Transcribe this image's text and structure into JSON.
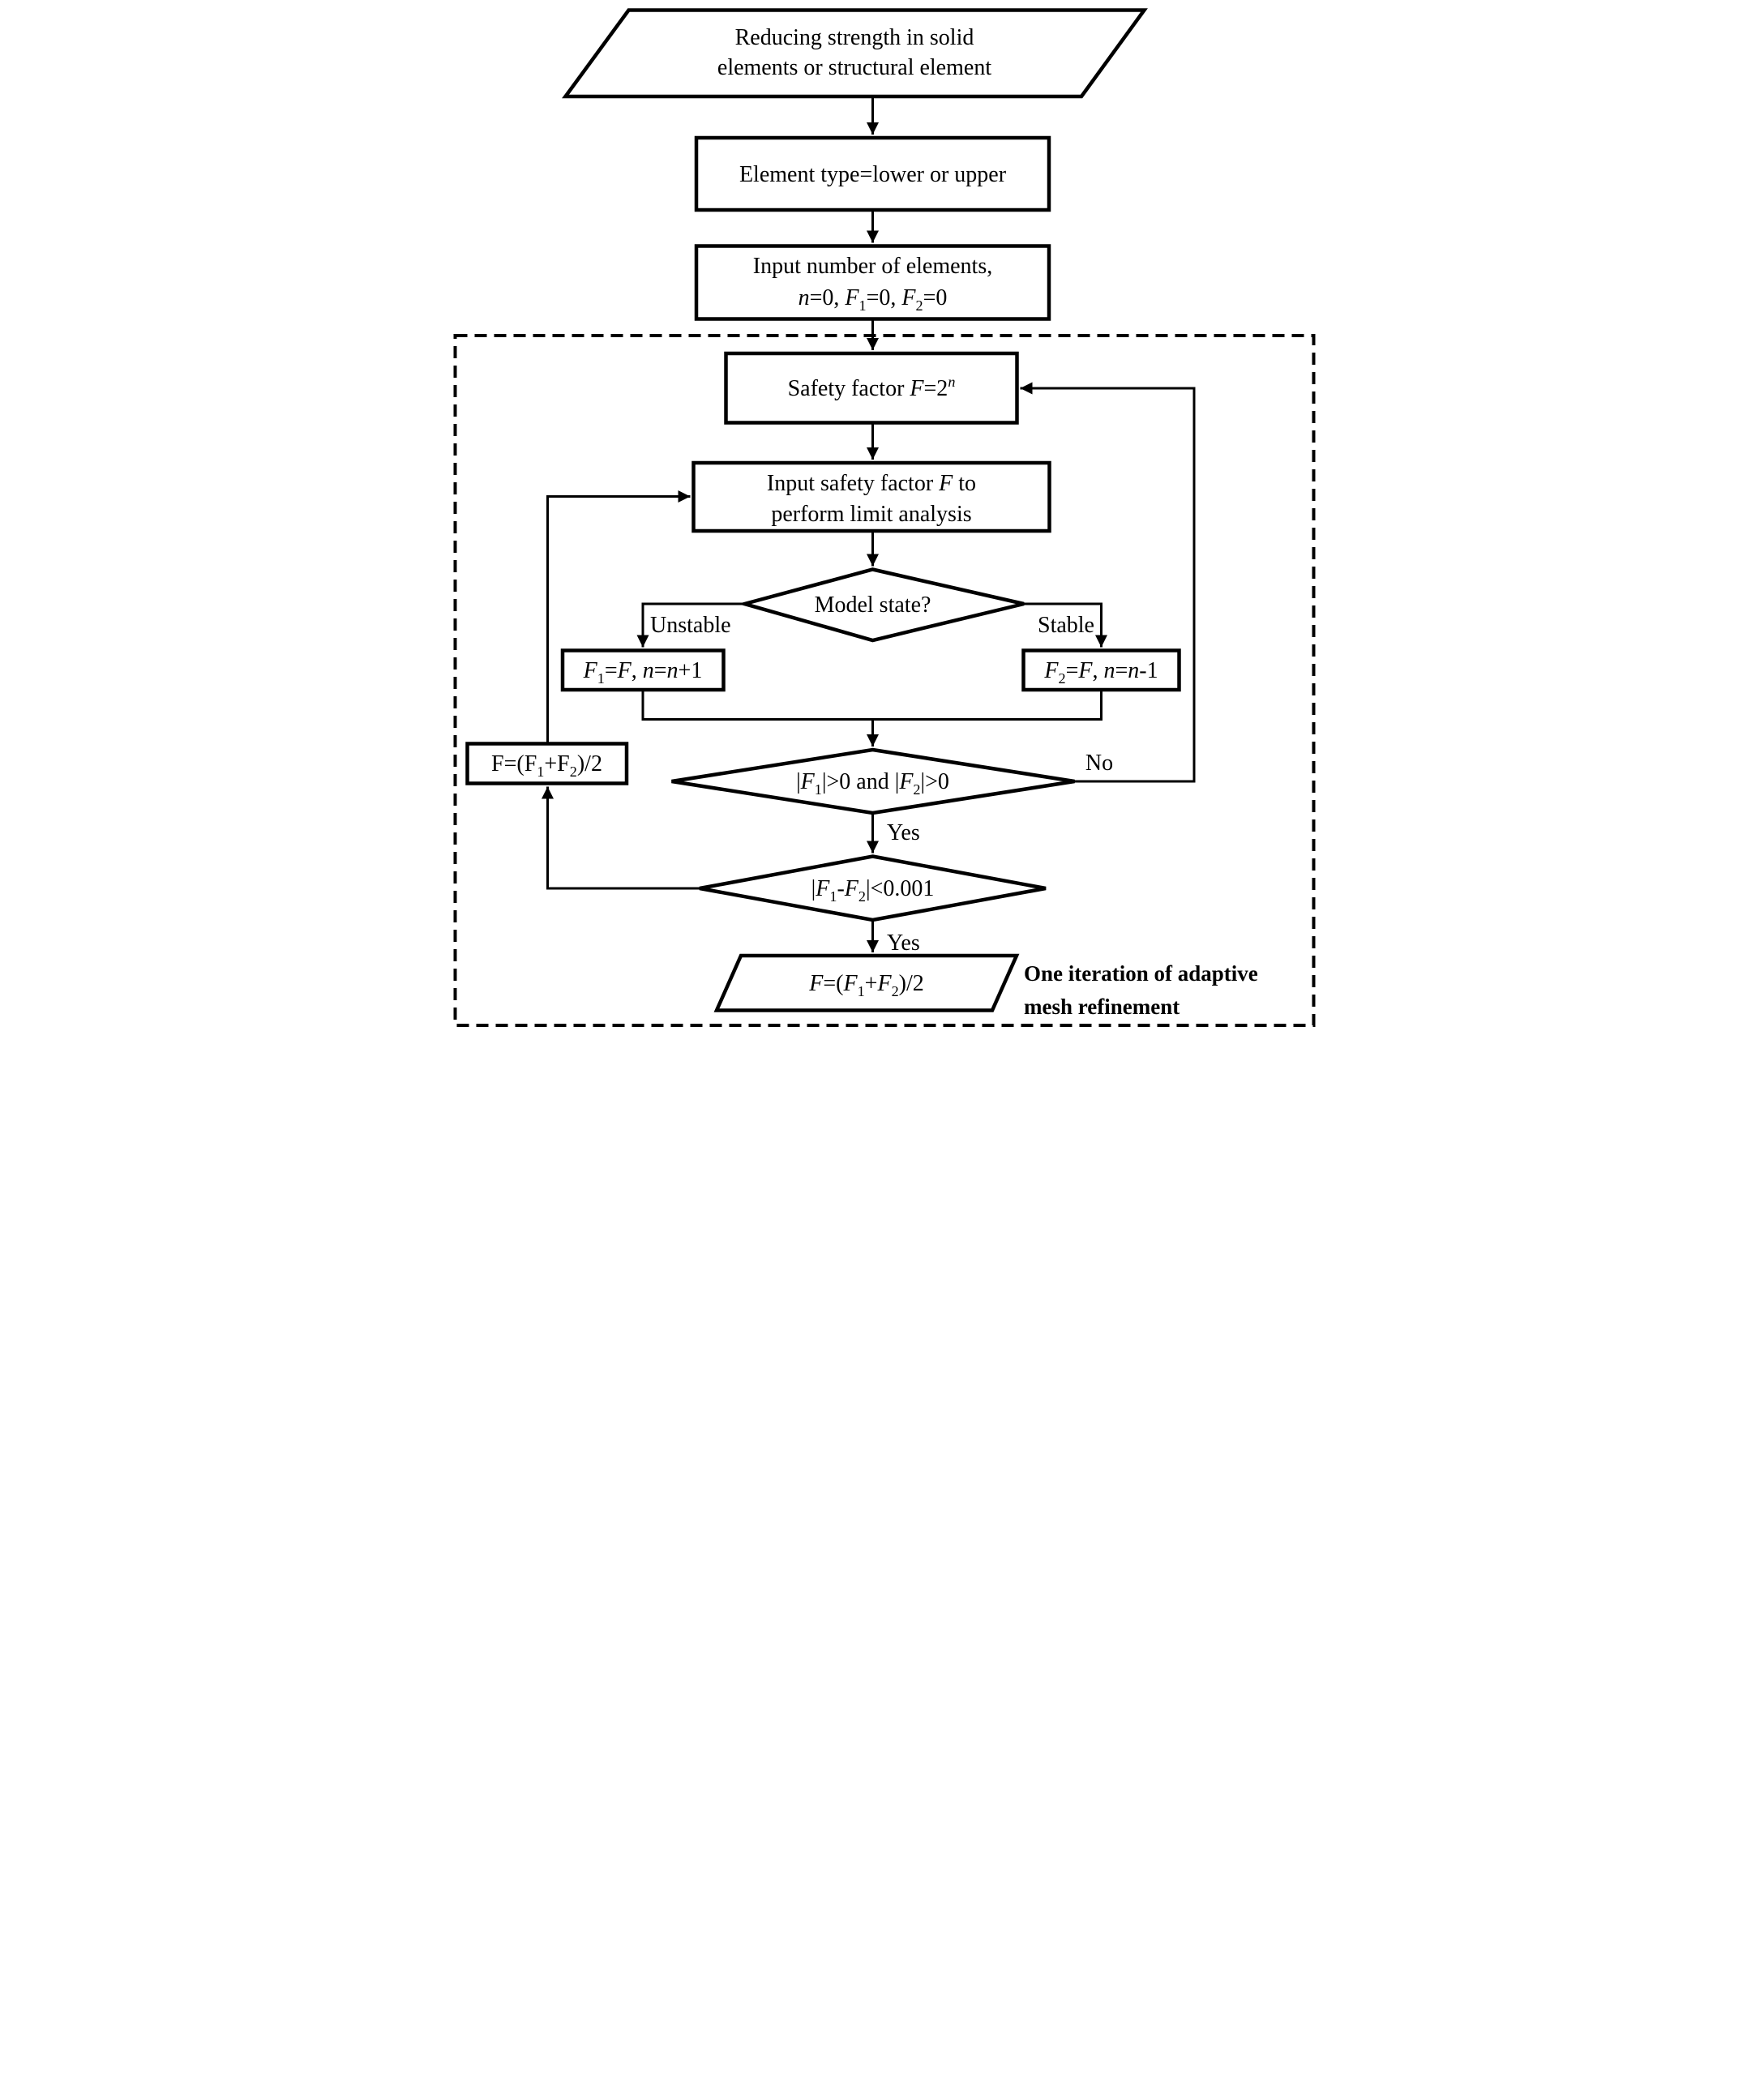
{
  "figure": {
    "type": "flowchart",
    "background": "#ffffff",
    "ink": "#000000",
    "dashed_region_note": "inner loop enclosed by dashed rectangle"
  },
  "nodes": {
    "start": {
      "shape": "parallelogram",
      "lines": [
        [
          "Reducing strength in solid"
        ],
        [
          "elements or structural element"
        ]
      ]
    },
    "element_type": {
      "shape": "rect",
      "lines": [
        [
          "Element type=lower or upper"
        ]
      ]
    },
    "input_elements": {
      "shape": "rect",
      "lines": [
        [
          "Input number of elements,"
        ],
        [
          [
            "it",
            "n"
          ],
          "=0, ",
          [
            "it",
            "F"
          ],
          [
            "sub",
            "1"
          ],
          "=0, ",
          [
            "it",
            "F"
          ],
          [
            "sub",
            "2"
          ],
          "=0"
        ]
      ]
    },
    "safety_factor": {
      "shape": "rect",
      "lines": [
        [
          "Safety factor ",
          [
            "it",
            "F"
          ],
          "=2",
          [
            "sup it",
            "n"
          ]
        ]
      ]
    },
    "input_sf": {
      "shape": "rect",
      "lines": [
        [
          "Input safety factor ",
          [
            "it",
            "F"
          ],
          " to"
        ],
        [
          "perform limit analysis"
        ]
      ]
    },
    "model_state": {
      "shape": "diamond",
      "lines": [
        [
          "Model state?"
        ]
      ]
    },
    "f1_update": {
      "shape": "rect",
      "lines": [
        [
          [
            "it",
            "F"
          ],
          [
            "sub",
            "1"
          ],
          "=",
          [
            "it",
            "F"
          ],
          ", ",
          [
            "it",
            "n"
          ],
          "=",
          [
            "it",
            "n"
          ],
          "+1"
        ]
      ]
    },
    "f2_update": {
      "shape": "rect",
      "lines": [
        [
          [
            "it",
            "F"
          ],
          [
            "sub",
            "2"
          ],
          "=",
          [
            "it",
            "F"
          ],
          ", ",
          [
            "it",
            "n"
          ],
          "=",
          [
            "it",
            "n"
          ],
          "-1"
        ]
      ]
    },
    "cond_bracket": {
      "shape": "diamond",
      "lines": [
        [
          "|",
          [
            "it",
            "F"
          ],
          [
            "sub",
            "1"
          ],
          "|>0 and |",
          [
            "it",
            "F"
          ],
          [
            "sub",
            "2"
          ],
          "|>0"
        ]
      ]
    },
    "f_average": {
      "shape": "rect",
      "lines": [
        [
          "F=(F",
          [
            "sub",
            "1"
          ],
          "+F",
          [
            "sub",
            "2"
          ],
          ")/2"
        ]
      ]
    },
    "cond_tolerance": {
      "shape": "diamond",
      "lines": [
        [
          "|",
          [
            "it",
            "F"
          ],
          [
            "sub",
            "1"
          ],
          "-",
          [
            "it",
            "F"
          ],
          [
            "sub",
            "2"
          ],
          "|<0.001"
        ]
      ]
    },
    "result": {
      "shape": "parallelogram",
      "lines": [
        [
          [
            "it",
            "F"
          ],
          "=(",
          [
            "it",
            "F"
          ],
          [
            "sub",
            "1"
          ],
          "+",
          [
            "it",
            "F"
          ],
          [
            "sub",
            "2"
          ],
          ")/2"
        ]
      ]
    }
  },
  "edge_labels": {
    "unstable": "Unstable",
    "stable": "Stable",
    "no_bracket": "No",
    "yes_bracket": "Yes",
    "yes_tolerance": "Yes"
  },
  "caption": {
    "lines": [
      "One iteration of adaptive",
      "mesh refinement"
    ]
  }
}
